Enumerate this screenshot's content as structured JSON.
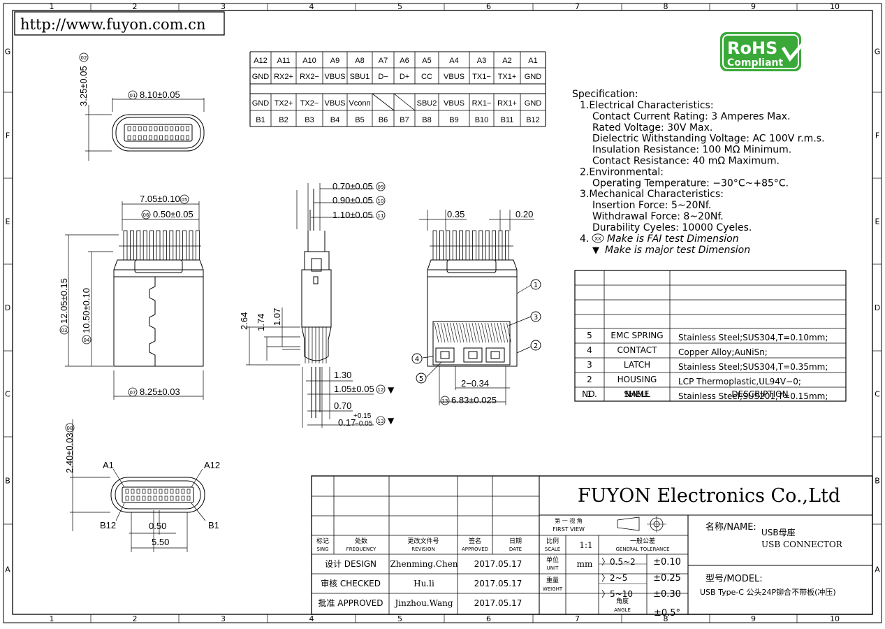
{
  "url": "http://www.fuyon.com.cn",
  "border": {
    "cols": [
      "1",
      "2",
      "3",
      "4",
      "5",
      "6",
      "7",
      "8",
      "9",
      "10"
    ],
    "rows": [
      "G",
      "F",
      "E",
      "D",
      "C",
      "B",
      "A"
    ]
  },
  "rohs": {
    "line1": "RoHS",
    "line2": "Compliant"
  },
  "pin_table": {
    "row1": [
      "A12",
      "A11",
      "A10",
      "A9",
      "A8",
      "A7",
      "A6",
      "A5",
      "A4",
      "A3",
      "A2",
      "A1"
    ],
    "row2": [
      "GND",
      "RX2+",
      "RX2−",
      "VBUS",
      "SBU1",
      "D−",
      "D+",
      "CC",
      "VBUS",
      "TX1−",
      "TX1+",
      "GND"
    ],
    "row3": [
      "GND",
      "TX2+",
      "TX2−",
      "VBUS",
      "Vconn",
      "",
      "",
      "SBU2",
      "VBUS",
      "RX1−",
      "RX1+",
      "GND"
    ],
    "row4": [
      "B1",
      "B2",
      "B3",
      "B4",
      "B5",
      "B6",
      "B7",
      "B8",
      "B9",
      "B10",
      "B11",
      "B12"
    ]
  },
  "spec": {
    "title": "Specification:",
    "lines": [
      {
        "t": "1.Electrical  Characteristics:",
        "indent": 1
      },
      {
        "t": "Contact  Current  Rating:  3  Amperes  Max.",
        "indent": 2
      },
      {
        "t": "Rated  Voltage:    30V  Max.",
        "indent": 2
      },
      {
        "t": "Dielectric  Withstanding  Voltage:  AC  100V  r.m.s.",
        "indent": 2
      },
      {
        "t": "Insulation  Resistance:  100  MΩ  Minimum.",
        "indent": 2
      },
      {
        "t": "Contact  Resistance:  40  mΩ  Maximum.",
        "indent": 2
      },
      {
        "t": "2.Environmental:",
        "indent": 1
      },
      {
        "t": "Operating  Temperature:  −30°C~+85°C.",
        "indent": 2
      },
      {
        "t": "3.Mechanical  Characteristics:",
        "indent": 1
      },
      {
        "t": "Insertion  Force:  5~20Nf.",
        "indent": 2
      },
      {
        "t": "Withdrawal  Force:  8~20Nf.",
        "indent": 2
      },
      {
        "t": "Durability  Cyeles:  10000  Cyeles.",
        "indent": 2
      }
    ],
    "note4_num": "4.",
    "note4_mark": "XX",
    "note4_text": "Make  is  FAI  test  Dimension",
    "note5_mark": "▼",
    "note5_text": "Make  is  major  test  Dimension"
  },
  "bom": {
    "rows": [
      {
        "no": "5",
        "name": "EMC  SPRING",
        "desc": "Stainless  Steel;SUS304,T=0.10mm;"
      },
      {
        "no": "4",
        "name": "CONTACT",
        "desc": "Copper  Alloy;AuNiSn;"
      },
      {
        "no": "3",
        "name": "LATCH",
        "desc": "Stainless  Steel;SUS304,T=0.35mm;"
      },
      {
        "no": "2",
        "name": "HOUSING",
        "desc": "LCP  Thermoplastic,UL94V−0;"
      },
      {
        "no": "1",
        "name": "SHELL",
        "desc": "Stainless  Steel;SUS201,T=0.15mm;"
      }
    ],
    "header": {
      "no": "NO.",
      "name": "NAME",
      "desc": "DESCRIPTION"
    }
  },
  "dims": {
    "top_h": "3.25±0.05",
    "top_h_id": "02",
    "top_w": "8.10±0.05",
    "top_w_id": "01",
    "front_w1": "7.05±0.10",
    "front_w1_id": "05",
    "front_pitch": "0.50±0.05",
    "front_pitch_id": "06",
    "front_h1": "12.05±0.15",
    "front_h1_id": "03",
    "front_h2": "10.50±0.10",
    "front_h2_id": "04",
    "front_w2": "8.25±0.03",
    "front_w2_id": "07",
    "side_t1": "0.70±0.05",
    "side_t1_id": "09",
    "side_t2": "0.90±0.05",
    "side_t2_id": "10",
    "side_t3": "1.10±0.05",
    "side_t3_id": "11",
    "side_h1": "2.64",
    "side_h2": "1.74",
    "side_h3": "1.07",
    "side_b1": "1.30",
    "side_b2": "1.05±0.05",
    "side_b2_id": "12",
    "side_b3": "0.70",
    "side_b4": "0.17",
    "side_b4_tol_hi": "+0.15",
    "side_b4_tol_lo": "−0.05",
    "side_b4_id": "13",
    "back_t1": "0.35",
    "back_t2": "0.20",
    "back_b1": "2−0.34",
    "back_b2": "6.83±0.025",
    "back_b2_id": "13",
    "bottom_h": "2.40±0.03",
    "bottom_h_id": "08",
    "bottom_p": "0.50",
    "bottom_w": "5.50",
    "bottom_a1": "A1",
    "bottom_a12": "A12",
    "bottom_b12": "B12",
    "bottom_b1": "B1"
  },
  "callouts": [
    "1",
    "2",
    "3",
    "4",
    "5"
  ],
  "title_block": {
    "company": "FUYON  Electronics  Co.,Ltd",
    "first_view_cn": "第 一 视 角",
    "first_view_en": "FIRST  VIEW",
    "hdr": [
      {
        "cn": "标记",
        "en": "SING"
      },
      {
        "cn": "处数",
        "en": "FREQUENCY"
      },
      {
        "cn": "更改文件号",
        "en": "REVISION"
      },
      {
        "cn": "签名",
        "en": "APPROVED"
      },
      {
        "cn": "日期",
        "en": "DATE"
      }
    ],
    "scale_cn": "比例",
    "scale_en": "SCALE",
    "scale_val": "1:1",
    "tol_cn": "一般公差",
    "tol_en": "GENERAL  TOLERANCE",
    "unit_cn": "单位",
    "unit_en": "UNIT",
    "unit_val": "mm",
    "weight_cn": "重量",
    "weight_en": "WEIGHT",
    "angle_cn": "角度",
    "angle_en": "ANGLE",
    "tol_rows": [
      {
        "range": "〉0.5~2",
        "val": "±0.10"
      },
      {
        "range": "〉2~5",
        "val": "±0.25"
      },
      {
        "range": "〉5~10",
        "val": "±0.30"
      },
      {
        "range": "",
        "val": "±0.5°"
      }
    ],
    "people": [
      {
        "role": "设计  DESIGN",
        "name": "Zhenming.Chen",
        "date": "2017.05.17"
      },
      {
        "role": "审核  CHECKED",
        "name": "Hu.li",
        "date": "2017.05.17"
      },
      {
        "role": "批准  APPROVED",
        "name": "Jinzhou.Wang",
        "date": "2017.05.17"
      }
    ],
    "name_label": "名称/NAME:",
    "name_cn": "USB母座",
    "name_en": "USB  CONNECTOR",
    "model_label": "型号/MODEL:",
    "model_val": "USB Type-C 公头24P铆合不带板(冲压)"
  }
}
